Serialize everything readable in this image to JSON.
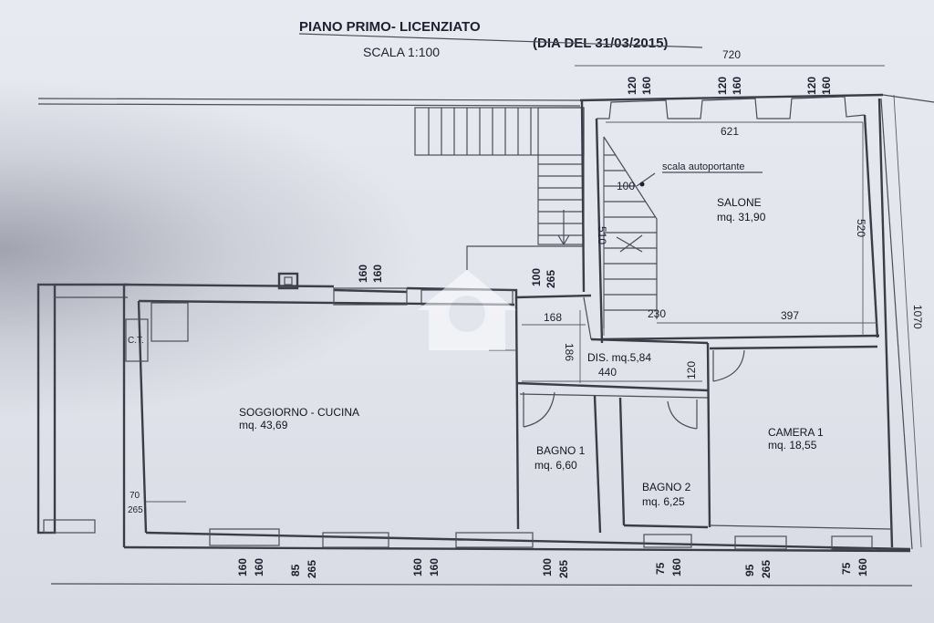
{
  "header": {
    "title": "PIANO PRIMO- LICENZIATO",
    "subtitle": "(DIA DEL 31/03/2015)",
    "scale": "SCALA 1:100"
  },
  "rooms": {
    "soggiorno": {
      "name": "SOGGIORNO - CUCINA",
      "area": "mq. 43,69"
    },
    "salone": {
      "name": "SALONE",
      "area": "mq. 31,90"
    },
    "dis": {
      "name": "DIS. mq.5,84"
    },
    "bagno1": {
      "name": "BAGNO 1",
      "area": "mq. 6,60"
    },
    "bagno2": {
      "name": "BAGNO 2",
      "area": "mq. 6,25"
    },
    "camera1": {
      "name": "CAMERA 1",
      "area": "mq. 18,55"
    },
    "ct": {
      "name": "C.T."
    }
  },
  "labels": {
    "stair": "scala autoportante"
  },
  "dimensions": {
    "d720": "720",
    "d621": "621",
    "d100a": "100",
    "d510": "510",
    "d520": "520",
    "d230": "230",
    "d397": "397",
    "d1070": "1070",
    "d168": "168",
    "d186": "186",
    "d440": "440",
    "d120dis": "120",
    "d70": "70",
    "d265side": "265"
  },
  "windows_top_right": [
    "120",
    "160",
    "120",
    "160",
    "120",
    "160"
  ],
  "windows_top_left": [
    "160",
    "160",
    "100",
    "265"
  ],
  "windows_bottom": [
    "160",
    "160",
    "85",
    "265",
    "160",
    "160",
    "100",
    "265",
    "75",
    "160",
    "95",
    "265",
    "75",
    "160"
  ]
}
